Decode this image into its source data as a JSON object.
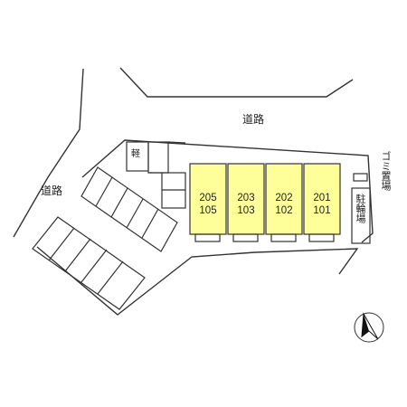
{
  "labels": {
    "road_top": "道路",
    "road_left": "道路",
    "garbage_area": "ゴミ置場",
    "bicycle_parking": "駐輪場",
    "light_vehicle": "軽"
  },
  "units": [
    {
      "upper": "205",
      "lower": "105"
    },
    {
      "upper": "203",
      "lower": "103"
    },
    {
      "upper": "202",
      "lower": "102"
    },
    {
      "upper": "201",
      "lower": "101"
    }
  ],
  "colors": {
    "building_fill": "#ffff99",
    "line": "#333333"
  },
  "compass": {
    "icon": "north-arrow-icon"
  }
}
